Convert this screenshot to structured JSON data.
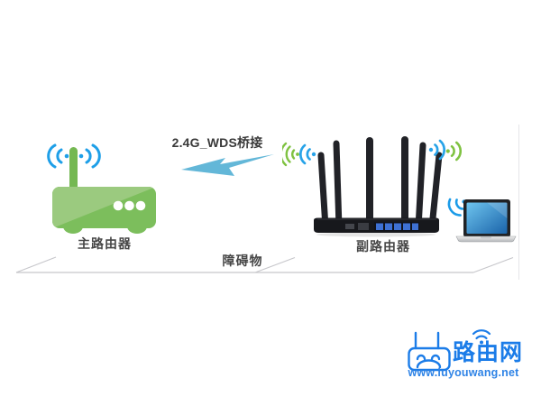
{
  "diagram": {
    "bridge_label": "2.4G_WDS桥接",
    "main_router_label": "主路由器",
    "secondary_router_label": "副路由器",
    "obstacle_label": "障碍物"
  },
  "watermark": {
    "site_name": "路由网",
    "site_url": "www.luyouwang.net"
  },
  "icons": {
    "wifi_signal": "wifi-signal-arcs-with-dot",
    "lightning": "lightning-bolt",
    "main_router": "green-router-with-antenna",
    "secondary_router": "black-six-antenna-router",
    "client": "laptop",
    "logo_router": "outlined-router-face"
  },
  "colors": {
    "router_green": "#7cbe5c",
    "router_green_light": "#9bca7f",
    "wifi_blue": "#28a3e8",
    "wifi_green": "#7fc241",
    "lightning_blue": "#63b7d8",
    "label_text": "#464646",
    "logo_blue": "#1b7ce8",
    "floor_line": "#c7c7cb"
  }
}
